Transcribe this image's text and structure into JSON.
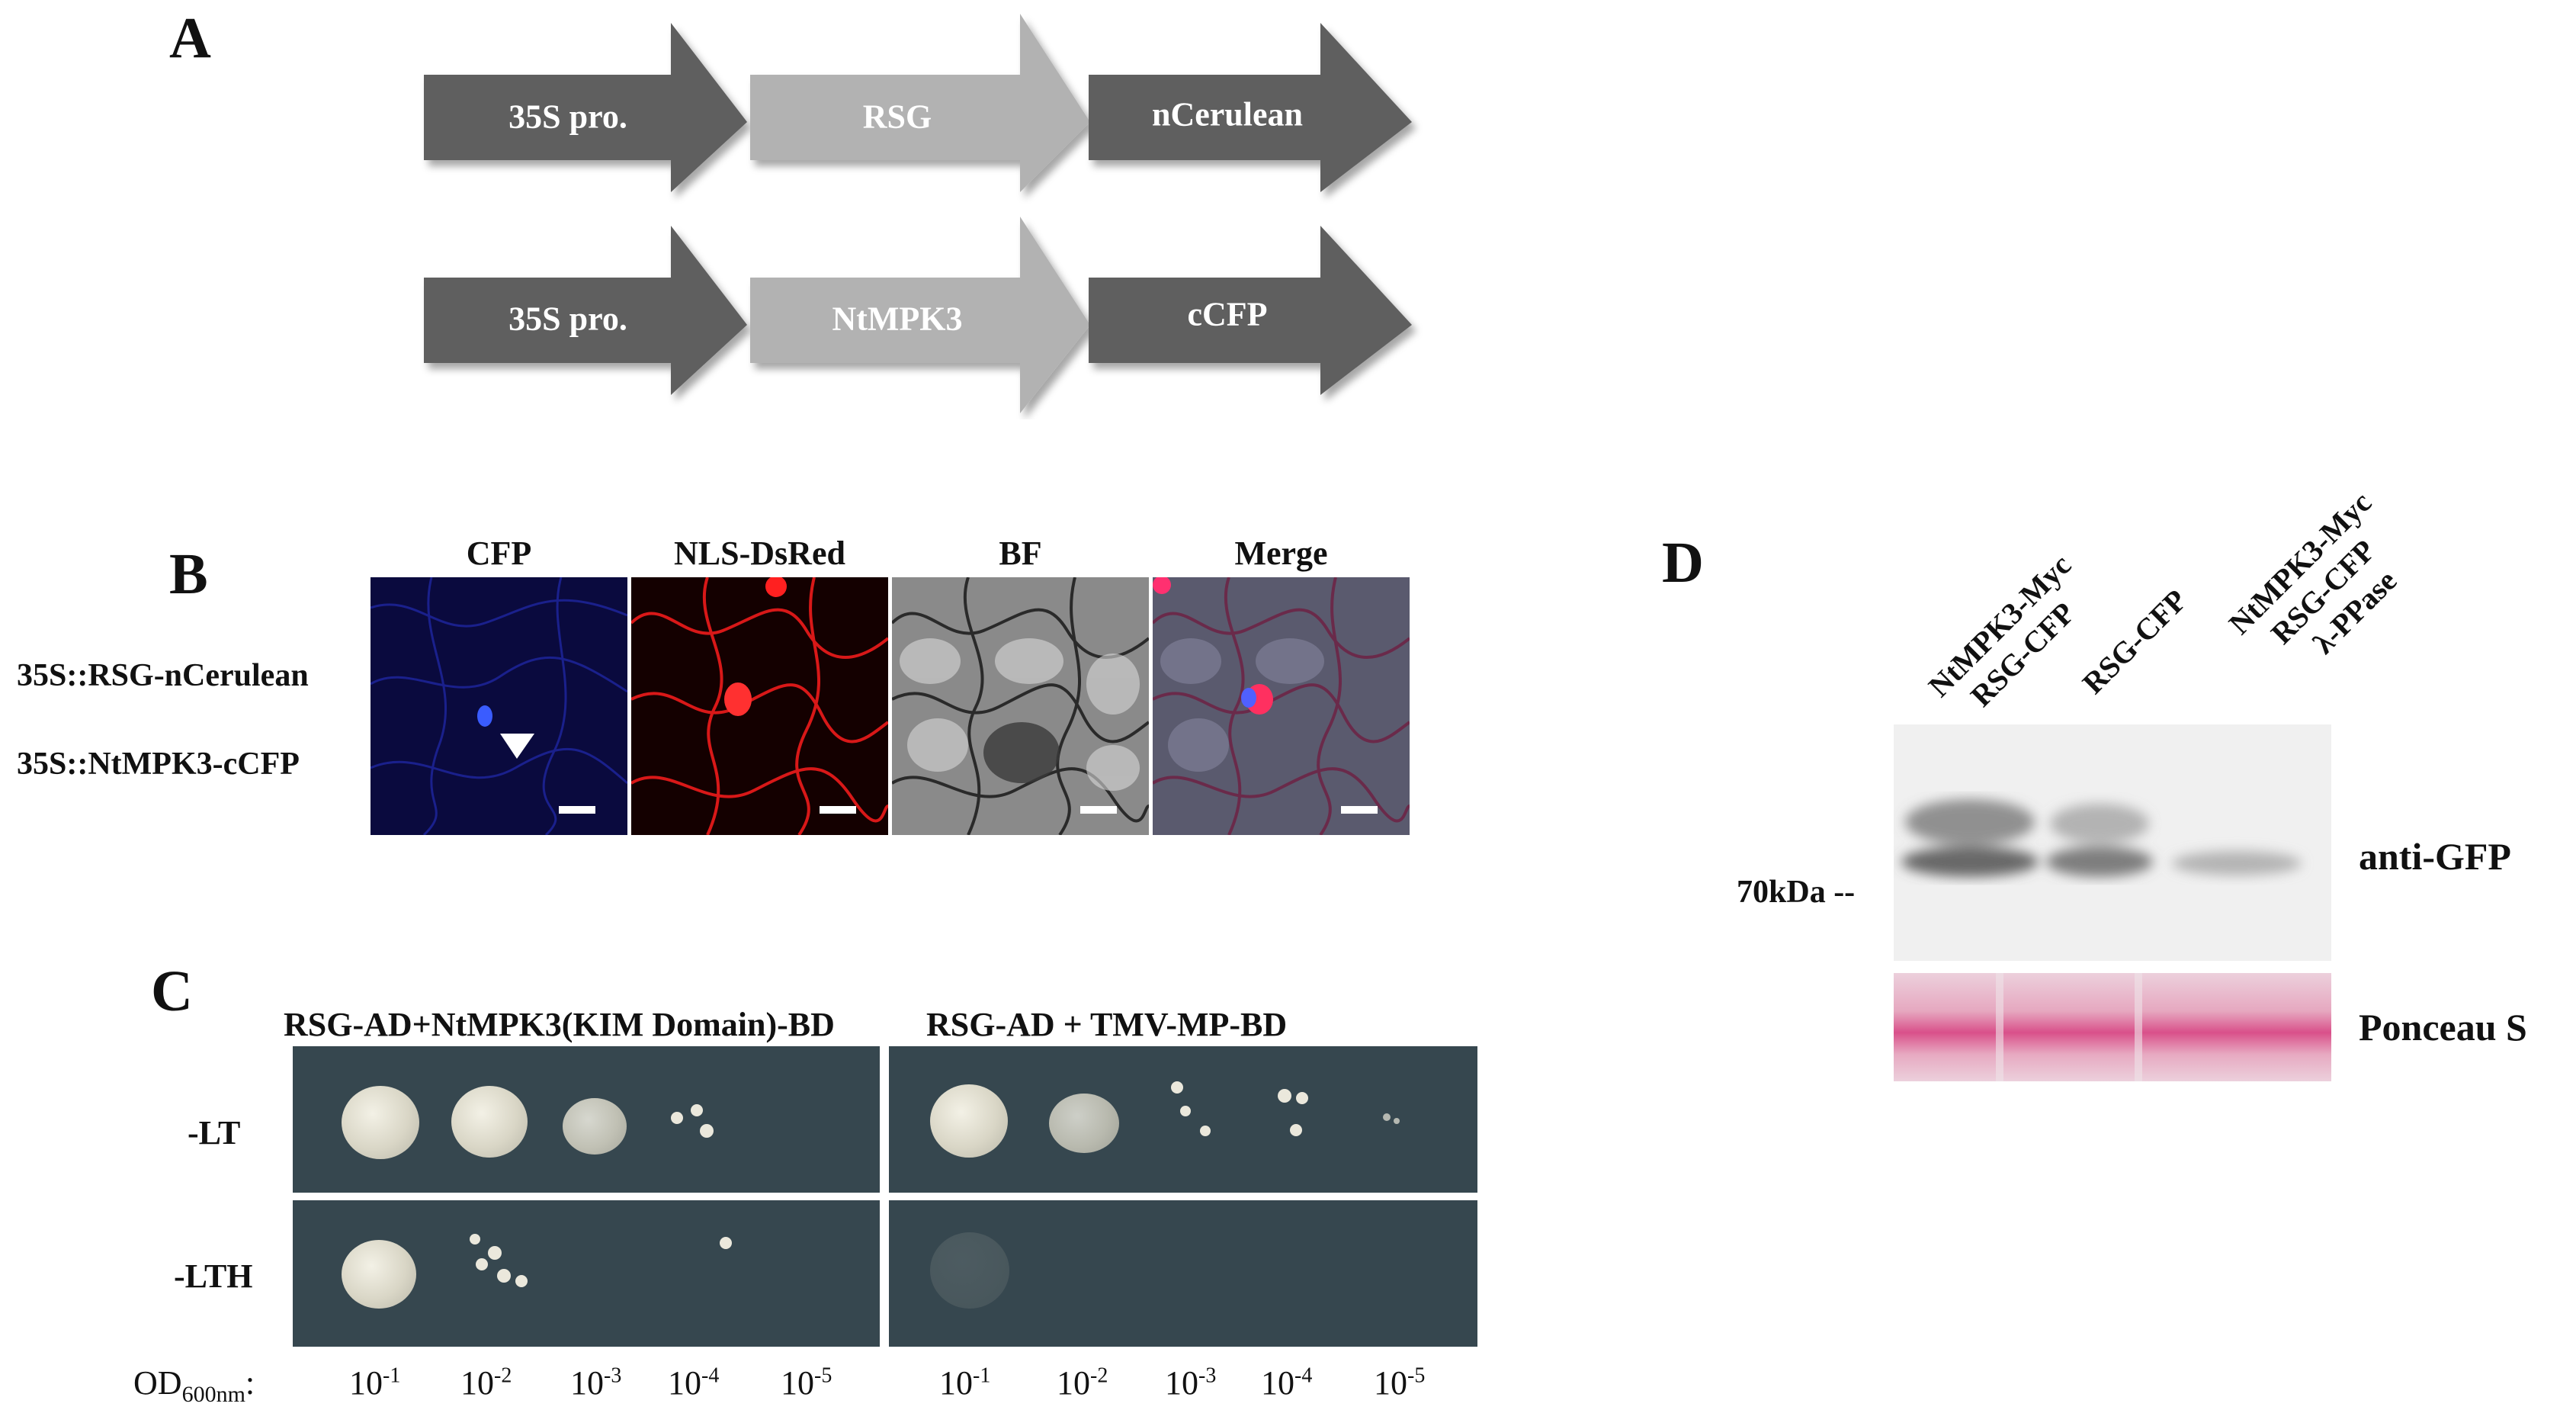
{
  "panels": {
    "a": "A",
    "b": "B",
    "c": "C",
    "d": "D"
  },
  "panel_a": {
    "row1": [
      "35S pro.",
      "RSG",
      "nCerulean"
    ],
    "row2": [
      "35S pro.",
      "NtMPK3",
      "cCFP"
    ],
    "colors": {
      "dark": "#5f5f5f",
      "light": "#b2b2b2"
    }
  },
  "panel_b": {
    "columns": [
      "CFP",
      "NLS-DsRed",
      "BF",
      "Merge"
    ],
    "row_labels": [
      "35S::RSG-nCerulean",
      "35S::NtMPK3-cCFP"
    ]
  },
  "panel_c": {
    "titles": [
      "RSG-AD+NtMPK3(KIM Domain)-BD",
      "RSG-AD + TMV-MP-BD"
    ],
    "rows": [
      "-LT",
      "-LTH"
    ],
    "od_label": "OD",
    "od_sub": "600nm",
    "od_colon": ":",
    "dilutions": [
      {
        "base": "10",
        "exp": "-1"
      },
      {
        "base": "10",
        "exp": "-2"
      },
      {
        "base": "10",
        "exp": "-3"
      },
      {
        "base": "10",
        "exp": "-4"
      },
      {
        "base": "10",
        "exp": "-5"
      }
    ],
    "plate_color": "#36474f"
  },
  "panel_d": {
    "lanes": [
      [
        "NtMPK3-Myc",
        "RSG-CFP"
      ],
      [
        "RSG-CFP"
      ],
      [
        "NtMPK3-Myc",
        "RSG-CFP",
        "λ-PPase"
      ]
    ],
    "marker": "70kDa --",
    "blot_labels": [
      "anti-GFP",
      "Ponceau S"
    ]
  }
}
